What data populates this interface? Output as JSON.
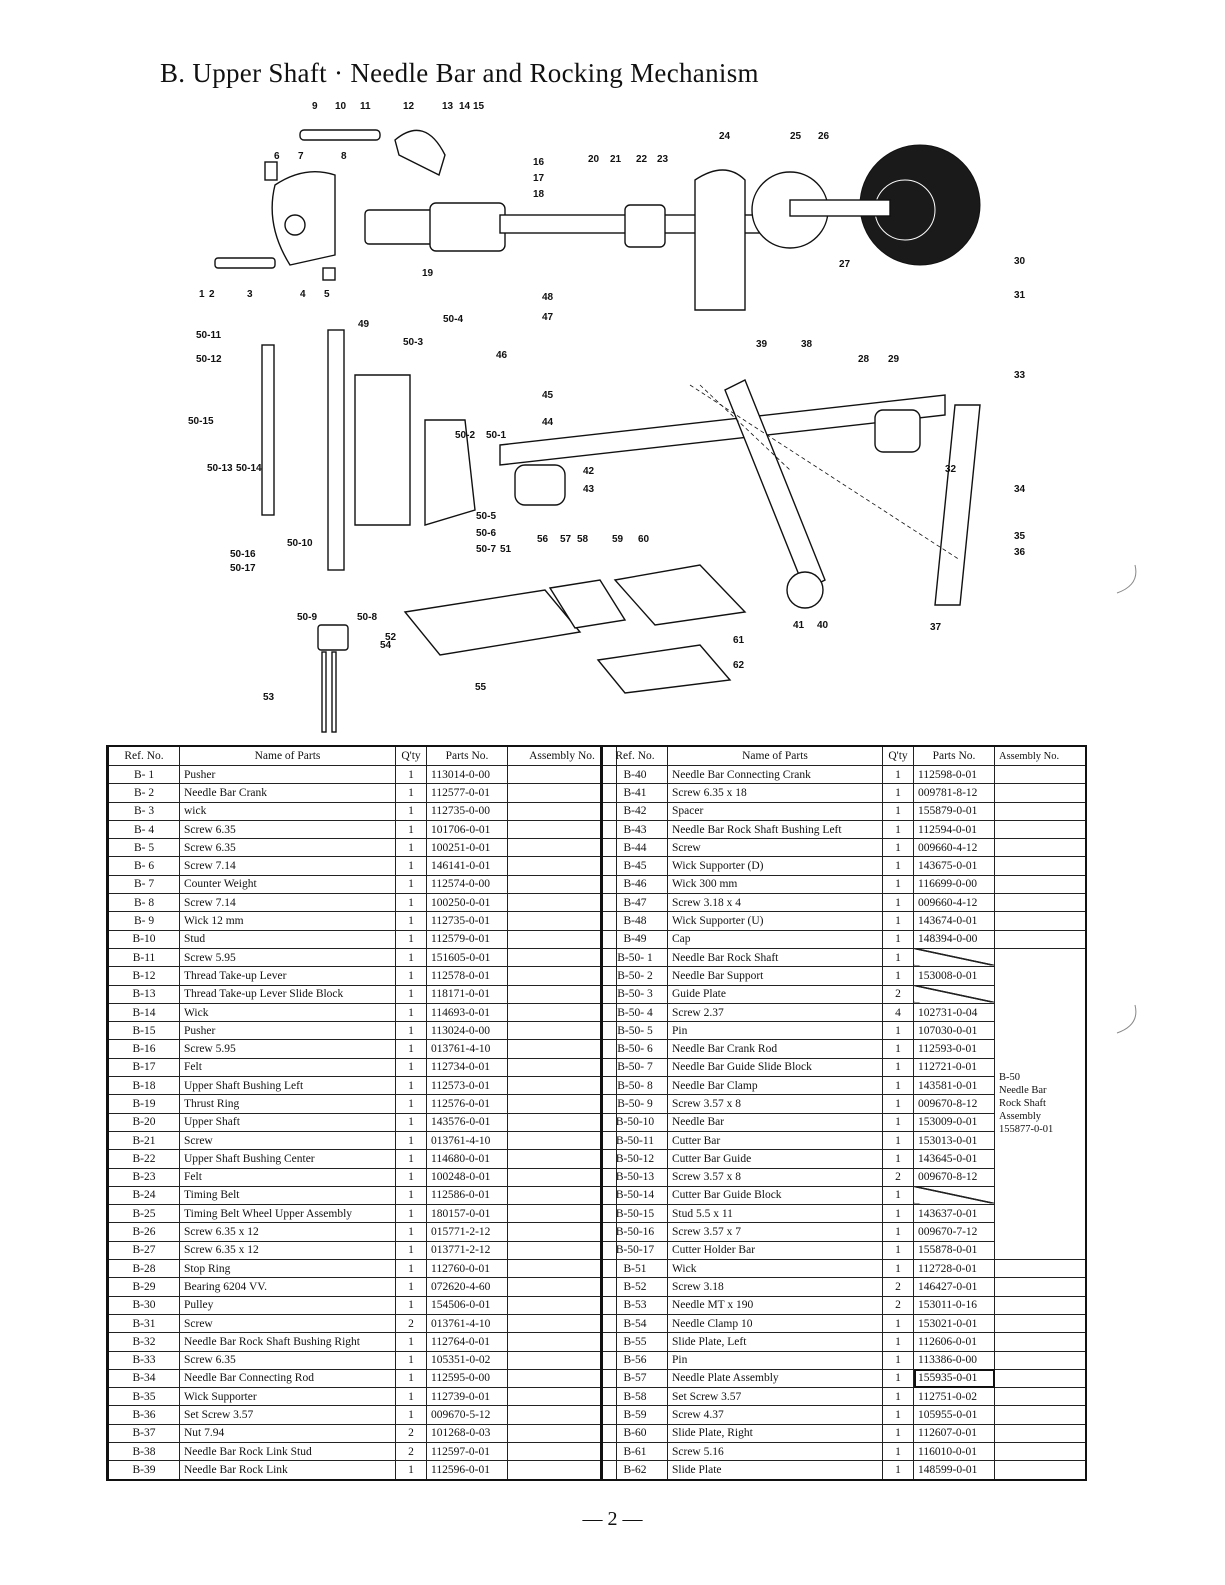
{
  "title": "B.  Upper Shaft · Needle Bar and Rocking Mechanism",
  "page_number": "— 2 —",
  "diagram": {
    "callouts": [
      "1",
      "2",
      "3",
      "4",
      "5",
      "6",
      "7",
      "8",
      "9",
      "10",
      "11",
      "12",
      "13",
      "14",
      "15",
      "16",
      "17",
      "18",
      "19",
      "20",
      "21",
      "22",
      "23",
      "24",
      "25",
      "26",
      "27",
      "28",
      "29",
      "30",
      "31",
      "32",
      "33",
      "34",
      "35",
      "36",
      "37",
      "38",
      "39",
      "40",
      "41",
      "42",
      "43",
      "44",
      "45",
      "46",
      "47",
      "48",
      "49",
      "50-1",
      "50-2",
      "50-3",
      "50-4",
      "50-5",
      "50-6",
      "50-7",
      "50-8",
      "50-9",
      "50-10",
      "50-11",
      "50-12",
      "50-13",
      "50-14",
      "50-15",
      "50-16",
      "50-17",
      "51",
      "52",
      "53",
      "54",
      "55",
      "56",
      "57",
      "58",
      "59",
      "60",
      "61",
      "62"
    ]
  },
  "table": {
    "headers": {
      "ref": "Ref. No.",
      "name": "Name of Parts",
      "qty": "Q'ty",
      "parts_no": "Parts No.",
      "assembly": "Assembly No."
    },
    "left_rows": [
      {
        "ref": "B- 1",
        "name": "Pusher",
        "qty": "1",
        "parts_no": "113014-0-00"
      },
      {
        "ref": "B- 2",
        "name": "Needle Bar Crank",
        "qty": "1",
        "parts_no": "112577-0-01"
      },
      {
        "ref": "B- 3",
        "name": "wick",
        "qty": "1",
        "parts_no": "112735-0-00"
      },
      {
        "ref": "B- 4",
        "name": "Screw 6.35",
        "qty": "1",
        "parts_no": "101706-0-01"
      },
      {
        "ref": "B- 5",
        "name": "Screw 6.35",
        "qty": "1",
        "parts_no": "100251-0-01"
      },
      {
        "ref": "B- 6",
        "name": "Screw 7.14",
        "qty": "1",
        "parts_no": "146141-0-01"
      },
      {
        "ref": "B- 7",
        "name": "Counter Weight",
        "qty": "1",
        "parts_no": "112574-0-00"
      },
      {
        "ref": "B- 8",
        "name": "Screw 7.14",
        "qty": "1",
        "parts_no": "100250-0-01"
      },
      {
        "ref": "B- 9",
        "name": "Wick 12 mm",
        "qty": "1",
        "parts_no": "112735-0-01"
      },
      {
        "ref": "B-10",
        "name": "Stud",
        "qty": "1",
        "parts_no": "112579-0-01"
      },
      {
        "ref": "B-11",
        "name": "Screw 5.95",
        "qty": "1",
        "parts_no": "151605-0-01"
      },
      {
        "ref": "B-12",
        "name": "Thread Take-up Lever",
        "qty": "1",
        "parts_no": "112578-0-01"
      },
      {
        "ref": "B-13",
        "name": "Thread Take-up Lever Slide Block",
        "qty": "1",
        "parts_no": "118171-0-01"
      },
      {
        "ref": "B-14",
        "name": "Wick",
        "qty": "1",
        "parts_no": "114693-0-01"
      },
      {
        "ref": "B-15",
        "name": "Pusher",
        "qty": "1",
        "parts_no": "113024-0-00"
      },
      {
        "ref": "B-16",
        "name": "Screw 5.95",
        "qty": "1",
        "parts_no": "013761-4-10"
      },
      {
        "ref": "B-17",
        "name": "Felt",
        "qty": "1",
        "parts_no": "112734-0-01"
      },
      {
        "ref": "B-18",
        "name": "Upper Shaft Bushing Left",
        "qty": "1",
        "parts_no": "112573-0-01"
      },
      {
        "ref": "B-19",
        "name": "Thrust Ring",
        "qty": "1",
        "parts_no": "112576-0-01"
      },
      {
        "ref": "B-20",
        "name": "Upper Shaft",
        "qty": "1",
        "parts_no": "143576-0-01"
      },
      {
        "ref": "B-21",
        "name": "Screw",
        "qty": "1",
        "parts_no": "013761-4-10"
      },
      {
        "ref": "B-22",
        "name": "Upper Shaft Bushing Center",
        "qty": "1",
        "parts_no": "114680-0-01"
      },
      {
        "ref": "B-23",
        "name": "Felt",
        "qty": "1",
        "parts_no": "100248-0-01"
      },
      {
        "ref": "B-24",
        "name": "Timing Belt",
        "qty": "1",
        "parts_no": "112586-0-01"
      },
      {
        "ref": "B-25",
        "name": "Timing Belt Wheel Upper Assembly",
        "qty": "1",
        "parts_no": "180157-0-01"
      },
      {
        "ref": "B-26",
        "name": "Screw 6.35 x 12",
        "qty": "1",
        "parts_no": "015771-2-12"
      },
      {
        "ref": "B-27",
        "name": "Screw 6.35 x 12",
        "qty": "1",
        "parts_no": "013771-2-12"
      },
      {
        "ref": "B-28",
        "name": "Stop Ring",
        "qty": "1",
        "parts_no": "112760-0-01"
      },
      {
        "ref": "B-29",
        "name": "Bearing 6204 VV.",
        "qty": "1",
        "parts_no": "072620-4-60"
      },
      {
        "ref": "B-30",
        "name": "Pulley",
        "qty": "1",
        "parts_no": "154506-0-01"
      },
      {
        "ref": "B-31",
        "name": "Screw",
        "qty": "2",
        "parts_no": "013761-4-10"
      },
      {
        "ref": "B-32",
        "name": "Needle Bar Rock Shaft Bushing Right",
        "qty": "1",
        "parts_no": "112764-0-01"
      },
      {
        "ref": "B-33",
        "name": "Screw 6.35",
        "qty": "1",
        "parts_no": "105351-0-02"
      },
      {
        "ref": "B-34",
        "name": "Needle Bar Connecting Rod",
        "qty": "1",
        "parts_no": "112595-0-00"
      },
      {
        "ref": "B-35",
        "name": "Wick Supporter",
        "qty": "1",
        "parts_no": "112739-0-01"
      },
      {
        "ref": "B-36",
        "name": "Set Screw 3.57",
        "qty": "1",
        "parts_no": "009670-5-12"
      },
      {
        "ref": "B-37",
        "name": "Nut 7.94",
        "qty": "2",
        "parts_no": "101268-0-03"
      },
      {
        "ref": "B-38",
        "name": "Needle Bar Rock Link Stud",
        "qty": "2",
        "parts_no": "112597-0-01"
      },
      {
        "ref": "B-39",
        "name": "Needle Bar Rock Link",
        "qty": "1",
        "parts_no": "112596-0-01"
      }
    ],
    "right_rows": [
      {
        "ref": "B-40",
        "name": "Needle Bar Connecting Crank",
        "qty": "1",
        "parts_no": "112598-0-01"
      },
      {
        "ref": "B-41",
        "name": "Screw 6.35 x 18",
        "qty": "1",
        "parts_no": "009781-8-12"
      },
      {
        "ref": "B-42",
        "name": "Spacer",
        "qty": "1",
        "parts_no": "155879-0-01"
      },
      {
        "ref": "B-43",
        "name": "Needle Bar Rock Shaft Bushing Left",
        "qty": "1",
        "parts_no": "112594-0-01"
      },
      {
        "ref": "B-44",
        "name": "Screw",
        "qty": "1",
        "parts_no": "009660-4-12"
      },
      {
        "ref": "B-45",
        "name": "Wick Supporter (D)",
        "qty": "1",
        "parts_no": "143675-0-01"
      },
      {
        "ref": "B-46",
        "name": "Wick 300 mm",
        "qty": "1",
        "parts_no": "116699-0-00"
      },
      {
        "ref": "B-47",
        "name": "Screw 3.18 x 4",
        "qty": "1",
        "parts_no": "009660-4-12"
      },
      {
        "ref": "B-48",
        "name": "Wick Supporter (U)",
        "qty": "1",
        "parts_no": "143674-0-01"
      },
      {
        "ref": "B-49",
        "name": "Cap",
        "qty": "1",
        "parts_no": "148394-0-00"
      },
      {
        "ref": "B-50- 1",
        "name": "Needle Bar Rock Shaft",
        "qty": "1",
        "parts_no": ""
      },
      {
        "ref": "B-50- 2",
        "name": "Needle Bar Support",
        "qty": "1",
        "parts_no": "153008-0-01"
      },
      {
        "ref": "B-50- 3",
        "name": "Guide Plate",
        "qty": "2",
        "parts_no": ""
      },
      {
        "ref": "B-50- 4",
        "name": "Screw 2.37",
        "qty": "4",
        "parts_no": "102731-0-04"
      },
      {
        "ref": "B-50- 5",
        "name": "Pin",
        "qty": "1",
        "parts_no": "107030-0-01"
      },
      {
        "ref": "B-50- 6",
        "name": "Needle Bar Crank Rod",
        "qty": "1",
        "parts_no": "112593-0-01"
      },
      {
        "ref": "B-50- 7",
        "name": "Needle Bar Guide Slide Block",
        "qty": "1",
        "parts_no": "112721-0-01"
      },
      {
        "ref": "B-50- 8",
        "name": "Needle Bar Clamp",
        "qty": "1",
        "parts_no": "143581-0-01"
      },
      {
        "ref": "B-50- 9",
        "name": "Screw 3.57 x 8",
        "qty": "1",
        "parts_no": "009670-8-12"
      },
      {
        "ref": "B-50-10",
        "name": "Needle Bar",
        "qty": "1",
        "parts_no": "153009-0-01"
      },
      {
        "ref": "B-50-11",
        "name": "Cutter Bar",
        "qty": "1",
        "parts_no": "153013-0-01"
      },
      {
        "ref": "B-50-12",
        "name": "Cutter Bar Guide",
        "qty": "1",
        "parts_no": "143645-0-01"
      },
      {
        "ref": "B-50-13",
        "name": "Screw 3.57 x 8",
        "qty": "2",
        "parts_no": "009670-8-12"
      },
      {
        "ref": "B-50-14",
        "name": "Cutter Bar Guide Block",
        "qty": "1",
        "parts_no": ""
      },
      {
        "ref": "B-50-15",
        "name": "Stud 5.5 x 11",
        "qty": "1",
        "parts_no": "143637-0-01"
      },
      {
        "ref": "B-50-16",
        "name": "Screw 3.57 x 7",
        "qty": "1",
        "parts_no": "009670-7-12"
      },
      {
        "ref": "B-50-17",
        "name": "Cutter Holder Bar",
        "qty": "1",
        "parts_no": "155878-0-01"
      },
      {
        "ref": "B-51",
        "name": "Wick",
        "qty": "1",
        "parts_no": "112728-0-01"
      },
      {
        "ref": "B-52",
        "name": "Screw 3.18",
        "qty": "2",
        "parts_no": "146427-0-01"
      },
      {
        "ref": "B-53",
        "name": "Needle MT x 190",
        "qty": "2",
        "parts_no": "153011-0-16"
      },
      {
        "ref": "B-54",
        "name": "Needle Clamp 10",
        "qty": "1",
        "parts_no": "153021-0-01"
      },
      {
        "ref": "B-55",
        "name": "Slide Plate, Left",
        "qty": "1",
        "parts_no": "112606-0-01"
      },
      {
        "ref": "B-56",
        "name": "Pin",
        "qty": "1",
        "parts_no": "113386-0-00"
      },
      {
        "ref": "B-57",
        "name": "Needle Plate Assembly",
        "qty": "1",
        "parts_no": "155935-0-01"
      },
      {
        "ref": "B-58",
        "name": "Set Screw 3.57",
        "qty": "1",
        "parts_no": "112751-0-02"
      },
      {
        "ref": "B-59",
        "name": "Screw 4.37",
        "qty": "1",
        "parts_no": "105955-0-01"
      },
      {
        "ref": "B-60",
        "name": "Slide Plate, Right",
        "qty": "1",
        "parts_no": "112607-0-01"
      },
      {
        "ref": "B-61",
        "name": "Screw 5.16",
        "qty": "1",
        "parts_no": "116010-0-01"
      },
      {
        "ref": "B-62",
        "name": "Slide Plate",
        "qty": "1",
        "parts_no": "148599-0-01"
      }
    ],
    "assembly_b50": {
      "line1": "B-50",
      "line2": "Needle Bar",
      "line3": "Rock Shaft",
      "line4": "Assembly",
      "line5": "155877-0-01"
    }
  }
}
